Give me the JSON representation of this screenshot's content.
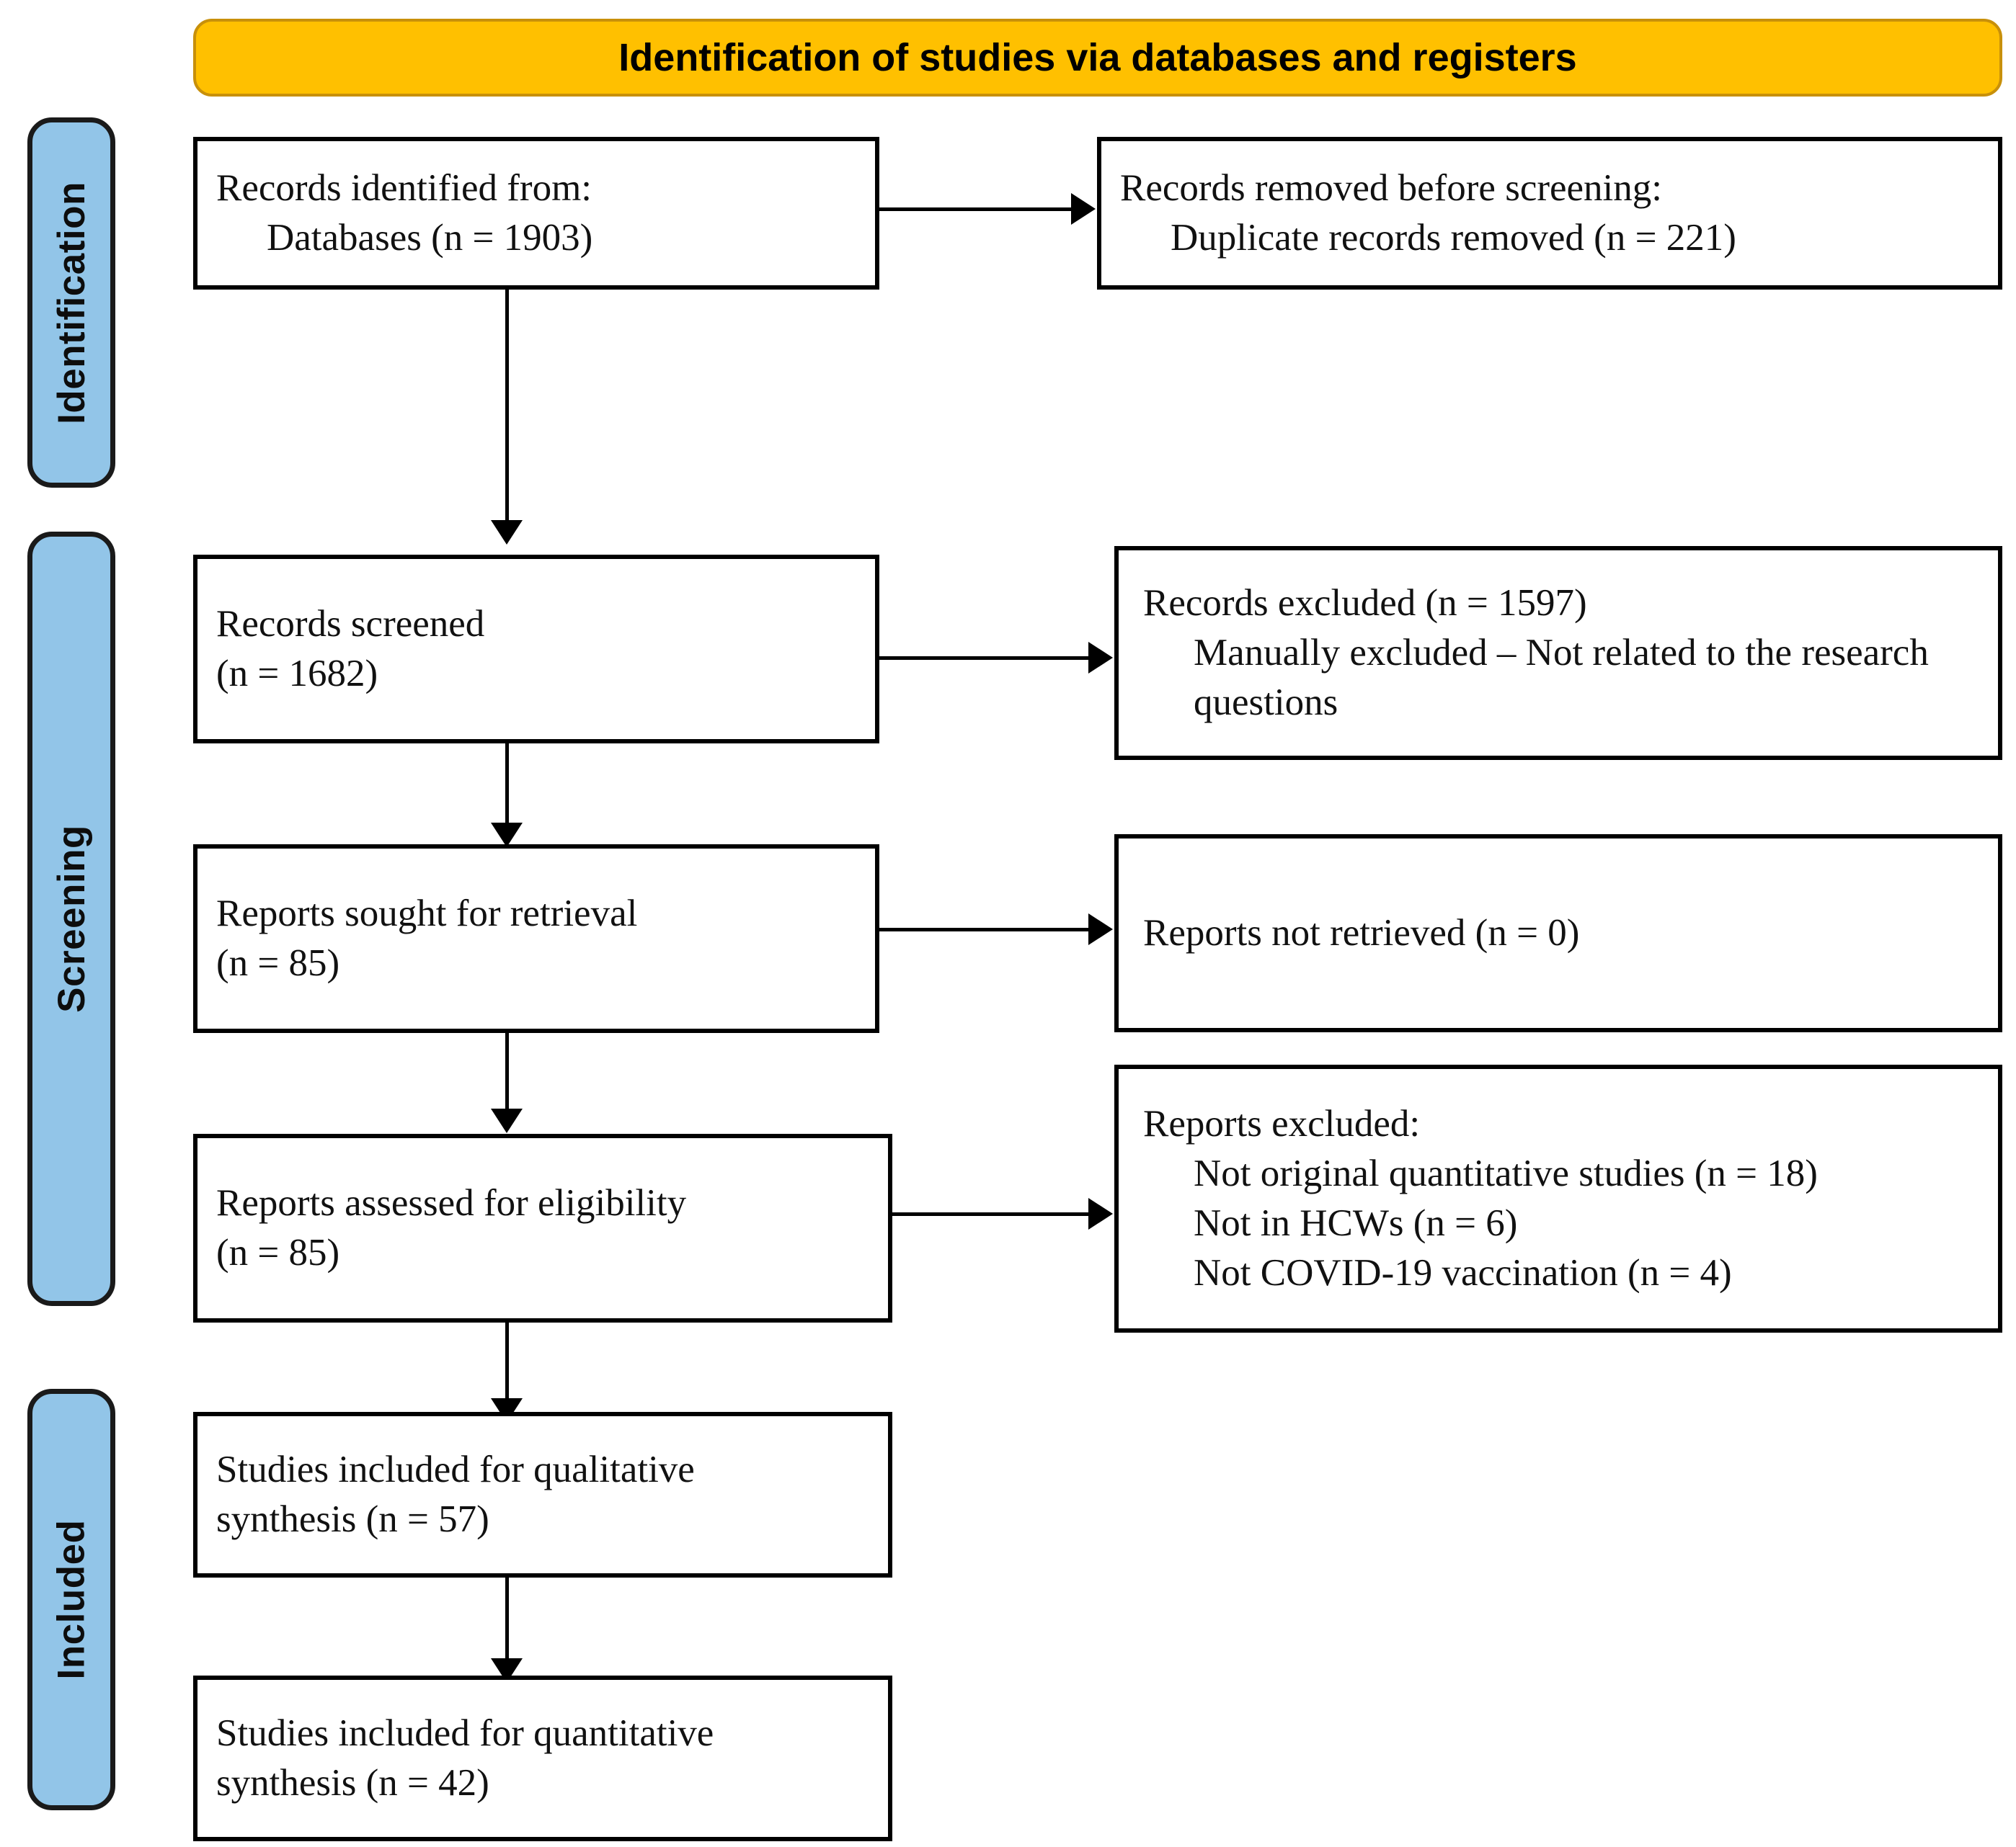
{
  "diagram": {
    "title": "Identification of studies via databases and registers",
    "colors": {
      "banner_fill": "#FFC000",
      "banner_border": "#C8900A",
      "stage_fill": "#92C5E8",
      "stage_border": "#1A1A1A",
      "box_border": "#000000",
      "box_fill": "#FFFFFF",
      "text": "#111111"
    },
    "stages": [
      {
        "label": "Identification"
      },
      {
        "label": "Screening"
      },
      {
        "label": "Included"
      }
    ],
    "nodes": {
      "records_identified": {
        "line1": "Records identified from:",
        "line2": "Databases (n = 1903)"
      },
      "records_removed": {
        "line1": "Records removed before screening:",
        "line2": "Duplicate records removed (n = 221)"
      },
      "records_screened": {
        "line1": "Records screened",
        "line2": "(n = 1682)"
      },
      "records_excluded": {
        "line1": "Records excluded (n = 1597)",
        "line2": "Manually excluded – Not related to the research questions"
      },
      "reports_sought": {
        "line1": "Reports sought for retrieval",
        "line2": "(n = 85)"
      },
      "reports_not_retrieved": {
        "line1": "Reports not retrieved (n = 0)"
      },
      "reports_assessed": {
        "line1": "Reports assessed for eligibility",
        "line2": "(n = 85)"
      },
      "reports_excluded": {
        "line1": "Reports excluded:",
        "line2": "Not original quantitative studies (n = 18)",
        "line3": "Not in HCWs (n = 6)",
        "line4": "Not COVID-19 vaccination (n = 4)"
      },
      "qualitative_synthesis": {
        "line1": "Studies included for qualitative",
        "line2": "synthesis (n = 57)"
      },
      "quantitative_synthesis": {
        "line1": "Studies included for quantitative",
        "line2": "synthesis (n = 42)"
      }
    },
    "chart_data": {
      "type": "diagram",
      "title": "Identification of studies via databases and registers",
      "flow": [
        {
          "stage": "Identification",
          "step": "Records identified from databases",
          "n": 1903
        },
        {
          "stage": "Identification",
          "step": "Duplicate records removed before screening",
          "n": 221
        },
        {
          "stage": "Screening",
          "step": "Records screened",
          "n": 1682
        },
        {
          "stage": "Screening",
          "step": "Records excluded (manually – not related to the research questions)",
          "n": 1597
        },
        {
          "stage": "Screening",
          "step": "Reports sought for retrieval",
          "n": 85
        },
        {
          "stage": "Screening",
          "step": "Reports not retrieved",
          "n": 0
        },
        {
          "stage": "Screening",
          "step": "Reports assessed for eligibility",
          "n": 85
        },
        {
          "stage": "Screening",
          "step": "Reports excluded – not original quantitative studies",
          "n": 18
        },
        {
          "stage": "Screening",
          "step": "Reports excluded – not in HCWs",
          "n": 6
        },
        {
          "stage": "Screening",
          "step": "Reports excluded – not COVID-19 vaccination",
          "n": 4
        },
        {
          "stage": "Included",
          "step": "Studies included for qualitative synthesis",
          "n": 57
        },
        {
          "stage": "Included",
          "step": "Studies included for quantitative synthesis",
          "n": 42
        }
      ]
    }
  }
}
